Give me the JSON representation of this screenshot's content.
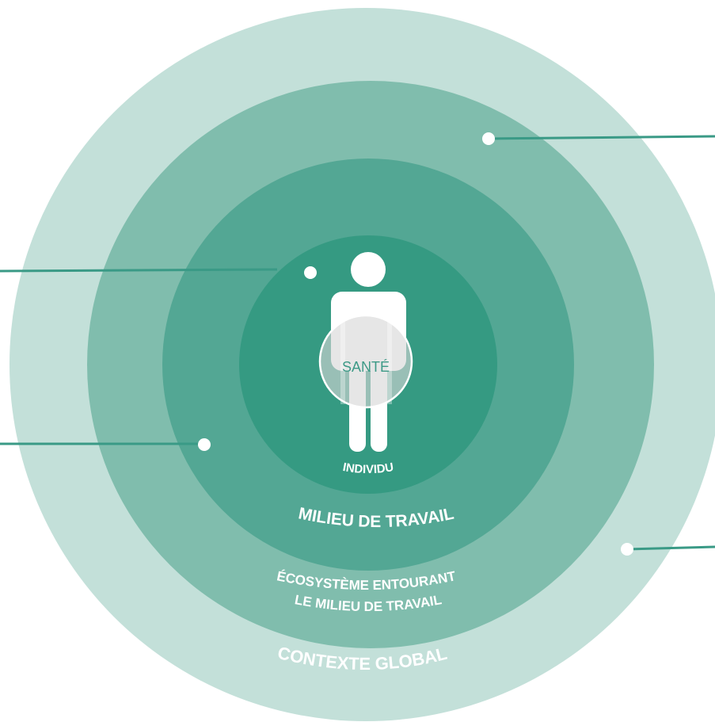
{
  "diagram": {
    "center_label": "SANTÉ",
    "rings": [
      {
        "label": "INDIVIDU",
        "color": "#359a82"
      },
      {
        "label": "MILIEU DE TRAVAIL",
        "color": "#53a794"
      },
      {
        "label_line1": "ÉCOSYSTÈME ENTOURANT",
        "label_line2": "LE MILIEU DE TRAVAIL",
        "color": "#80bdad"
      },
      {
        "label": "CONTEXTE GLOBAL",
        "color": "#c3e0d9"
      }
    ],
    "connector_color": "#3a9a86",
    "figure_color": "#ffffff"
  }
}
